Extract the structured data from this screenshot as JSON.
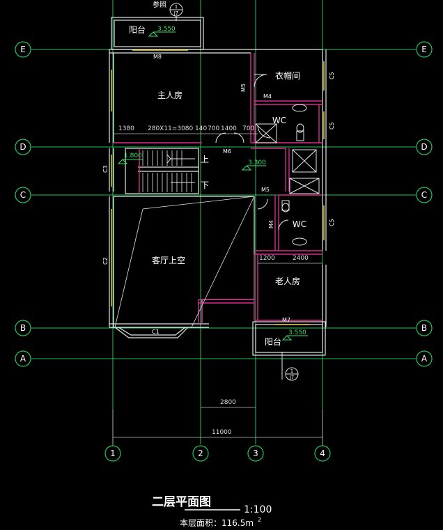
{
  "drawing": {
    "title": "二层平面图",
    "scale": "1:100",
    "area_label": "本层面积：116.5m",
    "area_superscript": "2",
    "reference_note": "参照"
  },
  "axes": {
    "horizontal": [
      "E",
      "D",
      "C",
      "B",
      "A"
    ],
    "vertical": [
      "1",
      "2",
      "3",
      "4"
    ]
  },
  "rooms": {
    "master_bedroom": "主人房",
    "wardrobe": "衣帽间",
    "wc_upper": "WC",
    "wc_lower": "WC",
    "living_void": "客厅上空",
    "elder_bedroom": "老人房",
    "balcony_top": "阳台",
    "balcony_bottom": "阳台"
  },
  "stairs": {
    "up": "上",
    "down": "下"
  },
  "elevations": {
    "balcony_top": "3.550",
    "stair_landing": "1.800",
    "corridor": "3.300",
    "balcony_bottom": "3.550"
  },
  "door_window_tags": {
    "m8": "M8",
    "m6": "M6",
    "m5_upper": "M5",
    "m4_upper": "M4",
    "m5_lower": "M5",
    "m4_lower": "M4",
    "m7": "M7",
    "c1": "C1",
    "c2": "C2",
    "c3": "C3",
    "c5_1": "C5",
    "c5_2": "C5",
    "c5_3": "C5"
  },
  "dimensions": {
    "d1380": "1380",
    "stair_run": "280X11=3080",
    "d140": "140",
    "d700a": "700",
    "d1400": "1400",
    "d700b": "700",
    "d1200": "1200",
    "d2400": "2400",
    "d2800": "2800",
    "d11000": "11000"
  },
  "detail_marks": {
    "top_num": "1",
    "top_den": "J7",
    "bottom_num": "1",
    "bottom_den": "J7"
  },
  "colors": {
    "background": "#000000",
    "axis_grid": "#22c55e",
    "wall": "#e6e6e6",
    "accent_wall": "#d72d8e",
    "text": "#ffffff",
    "elevation": "#3ee06a",
    "dimension": "#bbbbbb"
  }
}
